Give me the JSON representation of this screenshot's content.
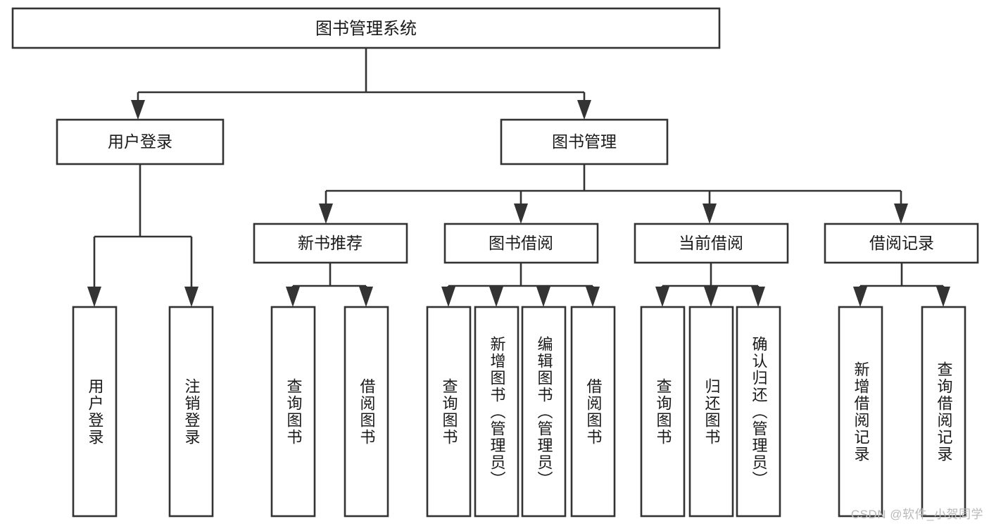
{
  "diagram": {
    "type": "tree-hierarchy-chart",
    "title": "图书管理系统",
    "orientation": "top-down",
    "colors": {
      "box_stroke": "#333333",
      "box_fill": "#ffffff",
      "text": "#1a1a1a",
      "background": "#ffffff",
      "watermark": "#b9b9b9"
    },
    "root": {
      "label": "图书管理系统"
    },
    "level2": [
      {
        "id": "user-login",
        "label": "用户登录"
      },
      {
        "id": "book-management",
        "label": "图书管理"
      }
    ],
    "level3": [
      {
        "id": "new-book-recommend",
        "label": "新书推荐",
        "parent": "book-management"
      },
      {
        "id": "book-borrow",
        "label": "图书借阅",
        "parent": "book-management"
      },
      {
        "id": "current-borrow",
        "label": "当前借阅",
        "parent": "book-management"
      },
      {
        "id": "borrow-record",
        "label": "借阅记录",
        "parent": "book-management"
      }
    ],
    "leaves": {
      "user-login": [
        {
          "id": "leaf-user-login",
          "label": "用户登录"
        },
        {
          "id": "leaf-user-logout",
          "label": "注销登录"
        }
      ],
      "new-book-recommend": [
        {
          "id": "leaf-query-book-1",
          "label": "查询图书"
        },
        {
          "id": "leaf-borrow-book-1",
          "label": "借阅图书"
        }
      ],
      "book-borrow": [
        {
          "id": "leaf-query-book-2",
          "label": "查询图书"
        },
        {
          "id": "leaf-add-book",
          "label": "新增图书（管理员）"
        },
        {
          "id": "leaf-edit-book",
          "label": "编辑图书（管理员）"
        },
        {
          "id": "leaf-borrow-book-2",
          "label": "借阅图书"
        }
      ],
      "current-borrow": [
        {
          "id": "leaf-query-book-3",
          "label": "查询图书"
        },
        {
          "id": "leaf-return-book",
          "label": "归还图书"
        },
        {
          "id": "leaf-confirm-return",
          "label": "确认归还（管理员）"
        }
      ],
      "borrow-record": [
        {
          "id": "leaf-add-record",
          "label": "新增借阅记录"
        },
        {
          "id": "leaf-query-record",
          "label": "查询借阅记录"
        }
      ]
    }
  },
  "watermark": {
    "text": "CSDN @软件_小贺同学"
  }
}
